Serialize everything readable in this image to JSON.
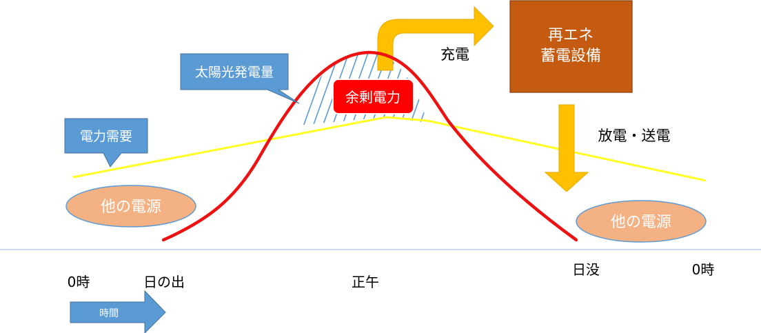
{
  "callouts": {
    "solar": "太陽光発電量",
    "demand": "電力需要"
  },
  "surplus": "余剰電力",
  "storage": {
    "line1": "再エネ",
    "line2": "蓄電設備"
  },
  "charge_label": "充電",
  "discharge_label": "放電・送電",
  "other_source_left": "他の電源",
  "other_source_right": "他の電源",
  "time_labels": {
    "midnight_start": "0時",
    "sunrise": "日の出",
    "noon": "正午",
    "sunset": "日没",
    "midnight_end": "0時"
  },
  "time_arrow_label": "時間",
  "colors": {
    "solar_curve": "#ee1111",
    "demand_line": "#ffff22",
    "callout_fill": "#5b9bd5",
    "storage_fill": "#c55a11",
    "arrow_fill": "#ffc000",
    "ellipse_fill": "#f4b183",
    "surplus_fill": "#ff0000",
    "hatch": "#5b9bd5"
  }
}
